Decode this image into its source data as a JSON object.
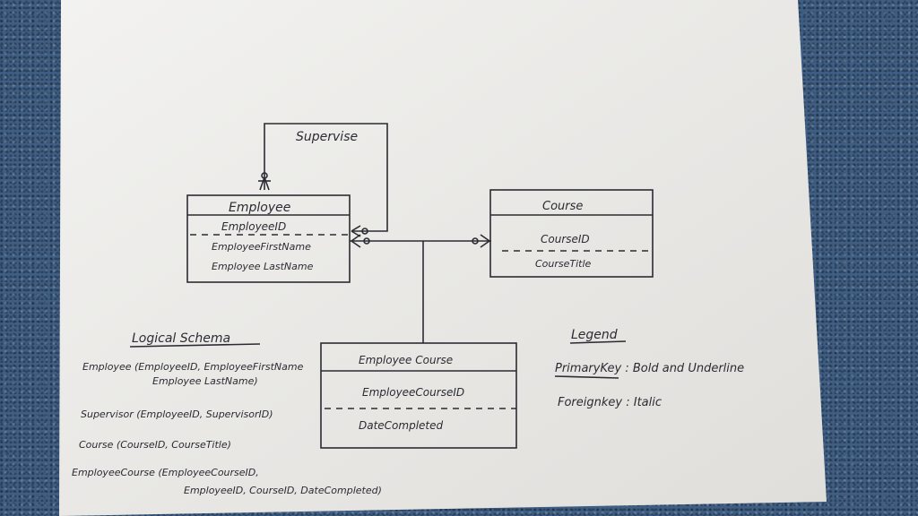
{
  "supervise_label": "Supervise",
  "employee": {
    "title": "Employee",
    "pk": "EmployeeID",
    "attrs": [
      "EmployeeFirstName",
      "Employee LastName"
    ]
  },
  "course": {
    "title": "Course",
    "pk": "CourseID",
    "attrs": [
      "CourseTitle"
    ]
  },
  "employee_course": {
    "title": "Employee Course",
    "pk": "EmployeeCourseID",
    "attrs": [
      "DateCompleted"
    ]
  },
  "logical_schema": {
    "heading": "Logical Schema",
    "lines": [
      "Employee (EmployeeID, EmployeeFirstName",
      "Employee LastName)",
      "Supervisor (EmployeeID, SupervisorID)",
      "Course (CourseID, CourseTitle)",
      "EmployeeCourse (EmployeeCourseID,",
      "EmployeeID, CourseID, DateCompleted)"
    ]
  },
  "legend": {
    "heading": "Legend",
    "primary": "PrimaryKey : Bold and Underline",
    "foreign": "Foreignkey : Italic"
  }
}
